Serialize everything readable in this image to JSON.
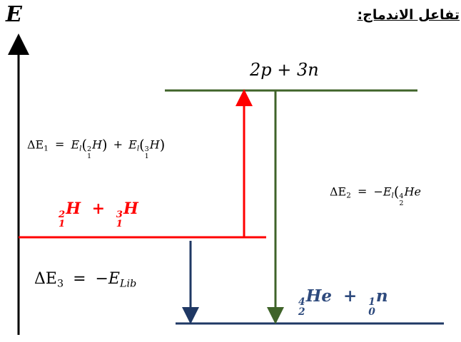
{
  "title_arabic": "تفاعل الاندماج:",
  "axis_label": "E",
  "levels": {
    "top": "2p + 3n",
    "middle": {
      "nuclide1": {
        "top": "2",
        "bottom": "1",
        "symbol": "H"
      },
      "plus": "+",
      "nuclide2": {
        "top": "3",
        "bottom": "1",
        "symbol": "H"
      }
    },
    "bottom": {
      "nuclide1": {
        "top": "4",
        "bottom": "2",
        "symbol": "He"
      },
      "plus": "+",
      "nuclide2": {
        "top": "1",
        "bottom": "0",
        "symbol": "n"
      }
    }
  },
  "equations": {
    "dE1": {
      "lhs": "ΔE",
      "lhs_sub": "1",
      "eq": "=",
      "t1": "E",
      "t1_sub": "l",
      "t1_top": "2",
      "t1_bot": "1",
      "t1_sym": "H",
      "plus": "+",
      "t2": "E",
      "t2_sub": "l",
      "t2_top": "3",
      "t2_bot": "1",
      "t2_sym": "H"
    },
    "dE2": {
      "lhs": "ΔE",
      "lhs_sub": "2",
      "eq": "=",
      "neg": "−E",
      "neg_sub": "l",
      "top": "4",
      "bot": "2",
      "sym": "He"
    },
    "dE3": {
      "lhs": "ΔE",
      "lhs_sub": "3",
      "eq": "=",
      "neg": "−E",
      "neg_sub": "Lib"
    }
  },
  "colors": {
    "green": "#3f6329",
    "red": "#ff0000",
    "navy": "#1f3864",
    "blue_text": "#2e4a7d"
  }
}
